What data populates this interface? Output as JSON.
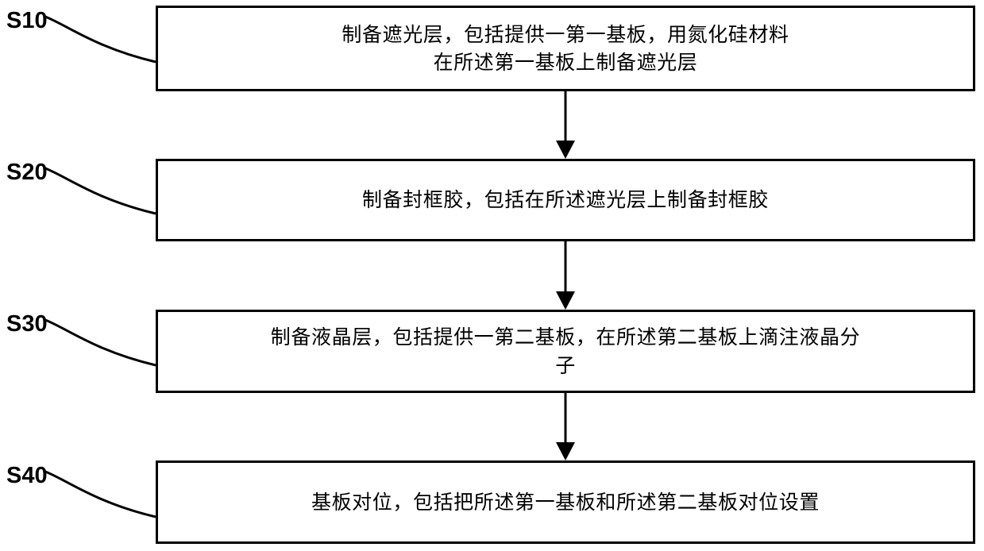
{
  "diagram": {
    "type": "flowchart",
    "orientation": "vertical",
    "colors": {
      "stroke": "#000000",
      "background": "#ffffff",
      "text": "#000000"
    },
    "steps": [
      {
        "id": "S10",
        "label": "S10",
        "text": "制备遮光层，包括提供一第一基板，用氮化硅材料\n在所述第一基板上制备遮光层"
      },
      {
        "id": "S20",
        "label": "S20",
        "text": "制备封框胶，包括在所述遮光层上制备封框胶"
      },
      {
        "id": "S30",
        "label": "S30",
        "text": "制备液晶层，包括提供一第二基板，在所述第二基板上滴注液晶分\n子"
      },
      {
        "id": "S40",
        "label": "S40",
        "text": "基板对位，包括把所述第一基板和所述第二基板对位设置"
      }
    ],
    "connectors": [
      {
        "from": "S10",
        "to": "S20",
        "style": "arrow-down"
      },
      {
        "from": "S20",
        "to": "S30",
        "style": "arrow-down"
      },
      {
        "from": "S30",
        "to": "S40",
        "style": "arrow-down"
      }
    ],
    "leaders": [
      {
        "for": "S10",
        "style": "curve"
      },
      {
        "for": "S20",
        "style": "curve"
      },
      {
        "for": "S30",
        "style": "curve"
      },
      {
        "for": "S40",
        "style": "curve"
      }
    ]
  }
}
